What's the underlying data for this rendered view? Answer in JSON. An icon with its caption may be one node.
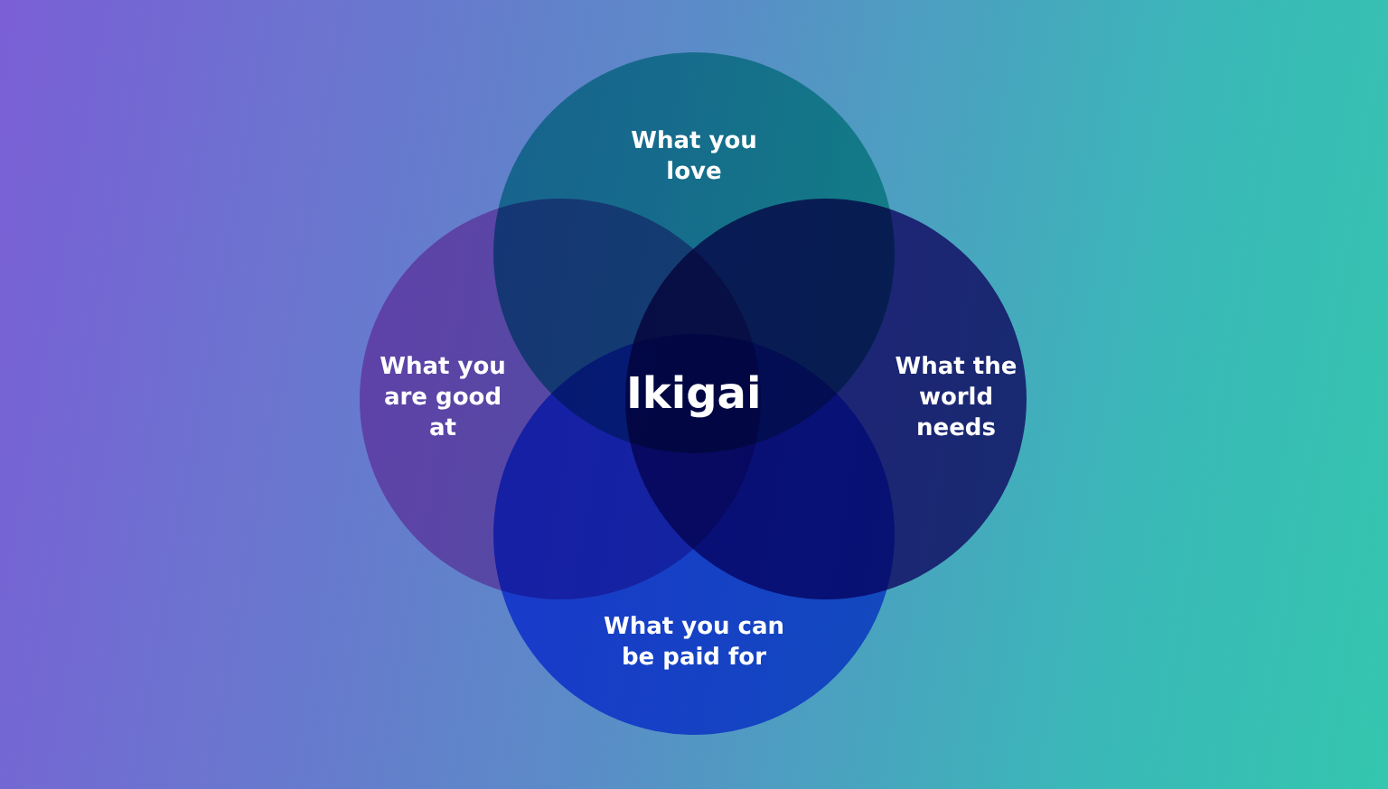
{
  "diagram": {
    "nodes": [
      {
        "text": [
          "What you love"
        ]
      },
      {
        "text": [
          "What you are good at"
        ]
      },
      {
        "text": [
          "What the world needs"
        ]
      },
      {
        "text": [
          "What you can be paid for"
        ]
      }
    ],
    "labels": [
      "Ikigai"
    ]
  }
}
